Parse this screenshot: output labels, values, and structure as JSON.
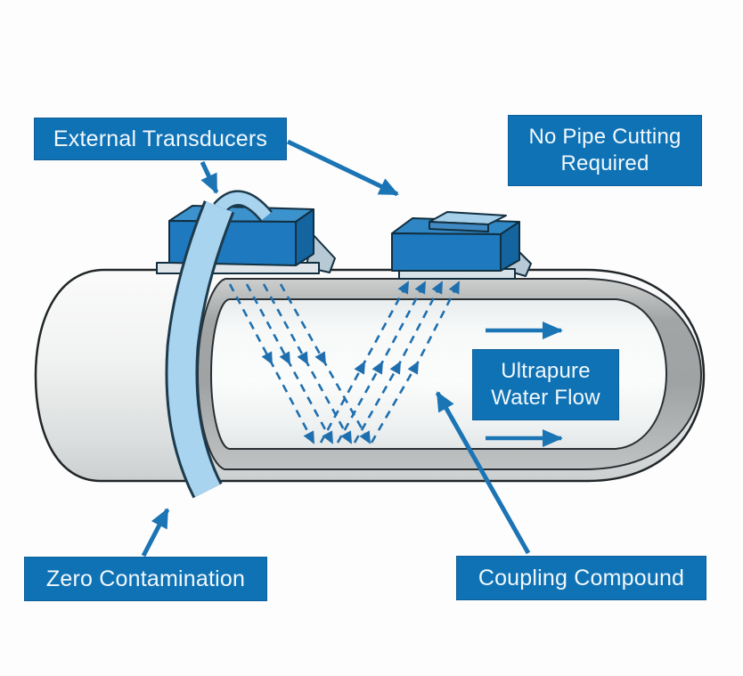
{
  "diagram": {
    "type": "clamp-on ultrasonic flowmeter illustration",
    "callouts": {
      "external_transducers": {
        "label": "External Transducers"
      },
      "no_pipe_cutting": {
        "label": "No Pipe Cutting Required"
      },
      "ultrapure_water_flow": {
        "label": "Ultrapure Water Flow"
      },
      "zero_contamination": {
        "label": "Zero Contamination"
      },
      "coupling_compound": {
        "label": "Coupling Compound"
      }
    },
    "colors": {
      "label_bg": "#0f72b5",
      "label_text": "#f2f8fc",
      "arrow_blue": "#1b74b4",
      "signal_blue": "#1f6fae",
      "strap_fill": "#a9d4ef",
      "transducer_front": "#1e79bf",
      "transducer_top": "#3c92cd",
      "transducer_side": "#14649f",
      "pipe_wall_gray": "#a6a8a8",
      "outline": "#212629",
      "background": "#fdfdfd"
    }
  }
}
